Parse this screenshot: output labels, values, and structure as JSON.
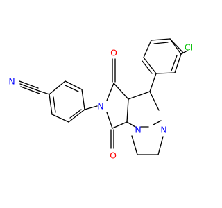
{
  "atoms": [
    {
      "id": "N_nitrile",
      "text": "N",
      "color": "#0000ff"
    },
    {
      "id": "Cl",
      "text": "Cl",
      "color": "#00c000"
    },
    {
      "id": "O_upper",
      "text": "O",
      "color": "#ff0000"
    },
    {
      "id": "O_lower",
      "text": "O",
      "color": "#ff0000"
    },
    {
      "id": "N_imide",
      "text": "N",
      "color": "#0000ff"
    },
    {
      "id": "N_pyrazolidine_1",
      "text": "N",
      "color": "#0000ff"
    },
    {
      "id": "N_pyrazolidine_2",
      "text": "N",
      "color": "#0000ff"
    }
  ]
}
